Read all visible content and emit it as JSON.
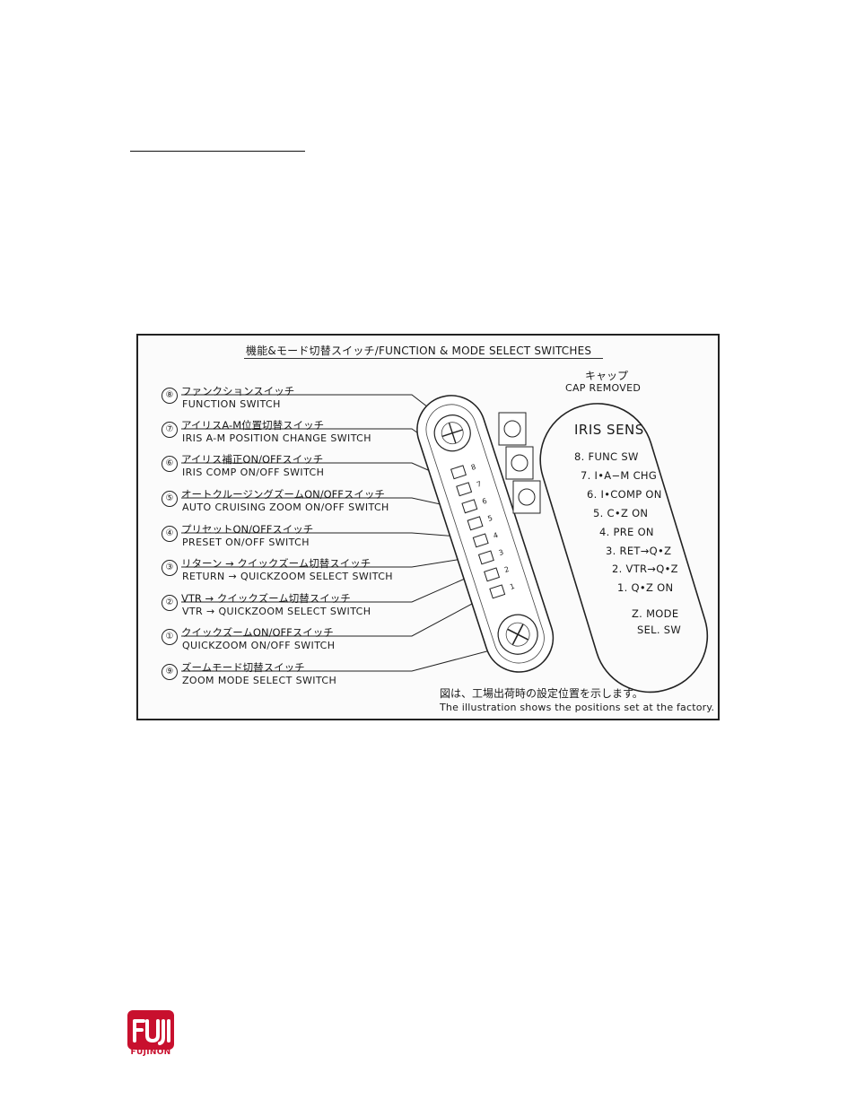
{
  "figure": {
    "title": "機能&モード切替スイッチ/FUNCTION & MODE SELECT SWITCHES",
    "cap": {
      "jp": "キャップ",
      "en": "CAP REMOVED"
    },
    "labels": [
      {
        "num": "⑧",
        "jp": "ファンクションスイッチ",
        "en": "FUNCTION SWITCH"
      },
      {
        "num": "⑦",
        "jp": "アイリスA-M位置切替スイッチ",
        "en": "IRIS A-M POSITION CHANGE SWITCH"
      },
      {
        "num": "⑥",
        "jp": "アイリス補正ON/OFFスイッチ",
        "en": "IRIS COMP ON/OFF SWITCH"
      },
      {
        "num": "⑤",
        "jp": "オートクルージングズームON/OFFスイッチ",
        "en": "AUTO CRUISING ZOOM ON/OFF SWITCH"
      },
      {
        "num": "④",
        "jp": "プリセットON/OFFスイッチ",
        "en": "PRESET ON/OFF SWITCH"
      },
      {
        "num": "③",
        "jp": "リターン → クイックズーム切替スイッチ",
        "en": "RETURN → QUICKZOOM SELECT SWITCH"
      },
      {
        "num": "②",
        "jp": "VTR → クイックズーム切替スイッチ",
        "en": "VTR → QUICKZOOM SELECT SWITCH"
      },
      {
        "num": "①",
        "jp": "クイックズームON/OFFスイッチ",
        "en": "QUICKZOOM ON/OFF SWITCH"
      },
      {
        "num": "⑨",
        "jp": "ズームモード切替スイッチ",
        "en": "ZOOM MODE SELECT SWITCH"
      }
    ],
    "iris_panel": {
      "title": "IRIS SENS",
      "items": [
        "8. FUNC SW",
        "7. I•A−M CHG",
        "6. I•COMP ON",
        "5. C•Z ON",
        "4. PRE ON",
        "3. RET→Q•Z",
        "2. VTR→Q•Z",
        "1. Q•Z ON",
        "Z. MODE",
        "SEL. SW"
      ]
    },
    "dip_numbers": [
      "1",
      "2",
      "3",
      "4",
      "5",
      "6",
      "7",
      "8"
    ],
    "note": {
      "jp": "図は、工場出荷時の設定位置を示します。",
      "en": "The illustration shows the positions set at the factory."
    }
  },
  "logo": {
    "text": "FUJINON",
    "mark": "FUJI",
    "color": "#c8102e"
  }
}
